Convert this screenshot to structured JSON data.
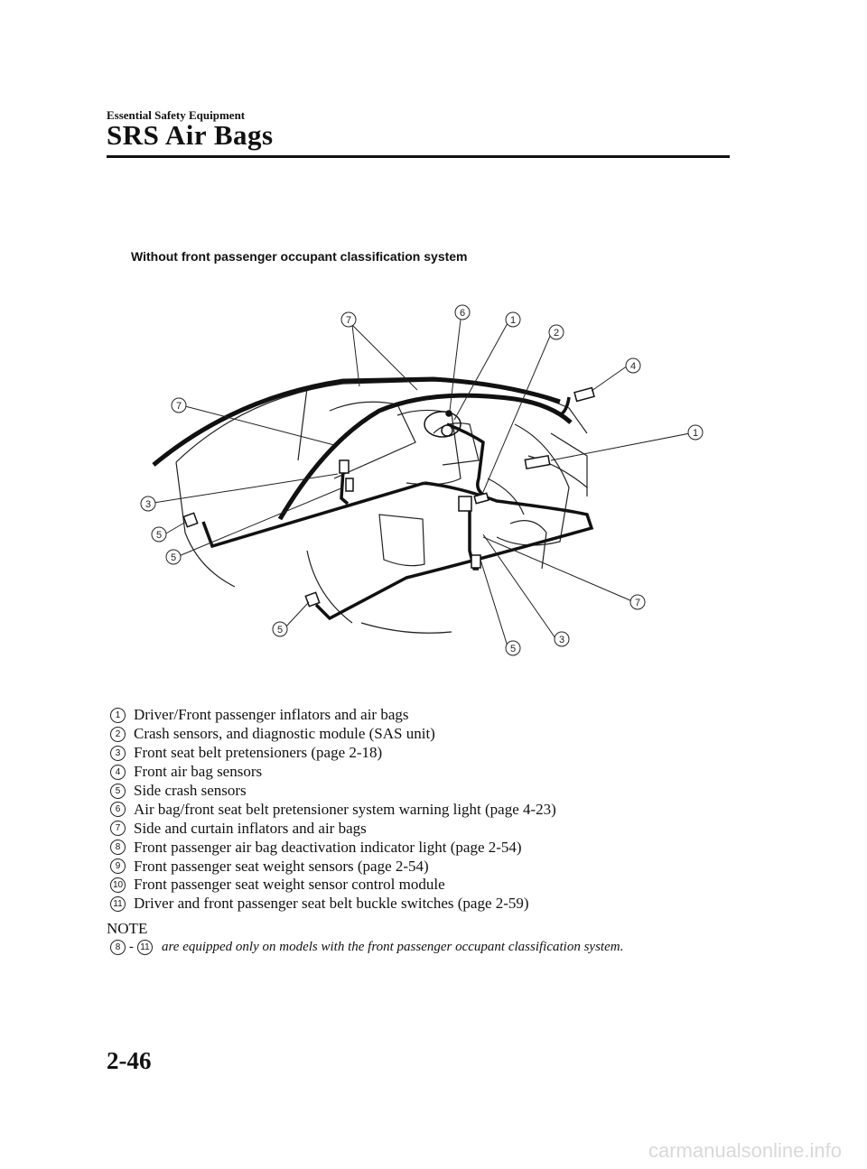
{
  "header": {
    "section": "Essential Safety Equipment",
    "title": "SRS Air Bags"
  },
  "diagram": {
    "caption": "Without front passenger occupant classification system",
    "callouts": [
      "7",
      "6",
      "1",
      "2",
      "4",
      "7",
      "1",
      "3",
      "5",
      "5",
      "7",
      "5",
      "3",
      "5"
    ]
  },
  "legend": [
    {
      "num": "1",
      "text": "Driver/Front passenger inflators and air bags"
    },
    {
      "num": "2",
      "text": "Crash sensors, and diagnostic module (SAS unit)"
    },
    {
      "num": "3",
      "text": "Front seat belt pretensioners (page 2-18)"
    },
    {
      "num": "4",
      "text": "Front air bag sensors"
    },
    {
      "num": "5",
      "text": "Side crash sensors"
    },
    {
      "num": "6",
      "text": "Air bag/front seat belt pretensioner system warning light (page 4-23)"
    },
    {
      "num": "7",
      "text": "Side and curtain inflators and air bags"
    },
    {
      "num": "8",
      "text": "Front passenger air bag deactivation indicator light (page 2-54)"
    },
    {
      "num": "9",
      "text": "Front passenger seat weight sensors (page 2-54)"
    },
    {
      "num": "10",
      "text": "Front passenger seat weight sensor control module"
    },
    {
      "num": "11",
      "text": "Driver and front passenger seat belt buckle switches (page 2-59)"
    }
  ],
  "note": {
    "heading": "NOTE",
    "from": "8",
    "dash": "-",
    "to": "11",
    "text": "are equipped only on models with the front passenger occupant classification system."
  },
  "footer": {
    "page_number": "2-46",
    "watermark": "carmanualsonline.info"
  }
}
